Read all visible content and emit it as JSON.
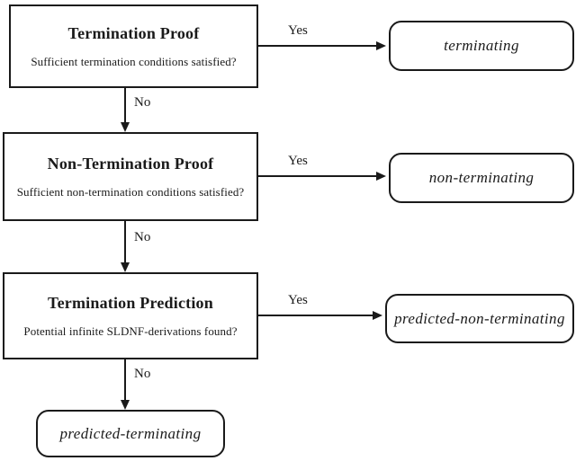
{
  "flowchart": {
    "steps": [
      {
        "title": "Termination Proof",
        "question": "Sufficient termination conditions satisfied?",
        "yes_label": "Yes",
        "no_label": "No",
        "yes_result": "terminating"
      },
      {
        "title": "Non-Termination Proof",
        "question": "Sufficient non-termination conditions satisfied?",
        "yes_label": "Yes",
        "no_label": "No",
        "yes_result": "non-terminating"
      },
      {
        "title": "Termination Prediction",
        "question": "Potential infinite SLDNF-derivations found?",
        "yes_label": "Yes",
        "no_label": "No",
        "yes_result": "predicted-non-terminating"
      }
    ],
    "no_result": "predicted-terminating",
    "colors": {
      "line": "#1a1a1a",
      "background": "#ffffff"
    }
  }
}
